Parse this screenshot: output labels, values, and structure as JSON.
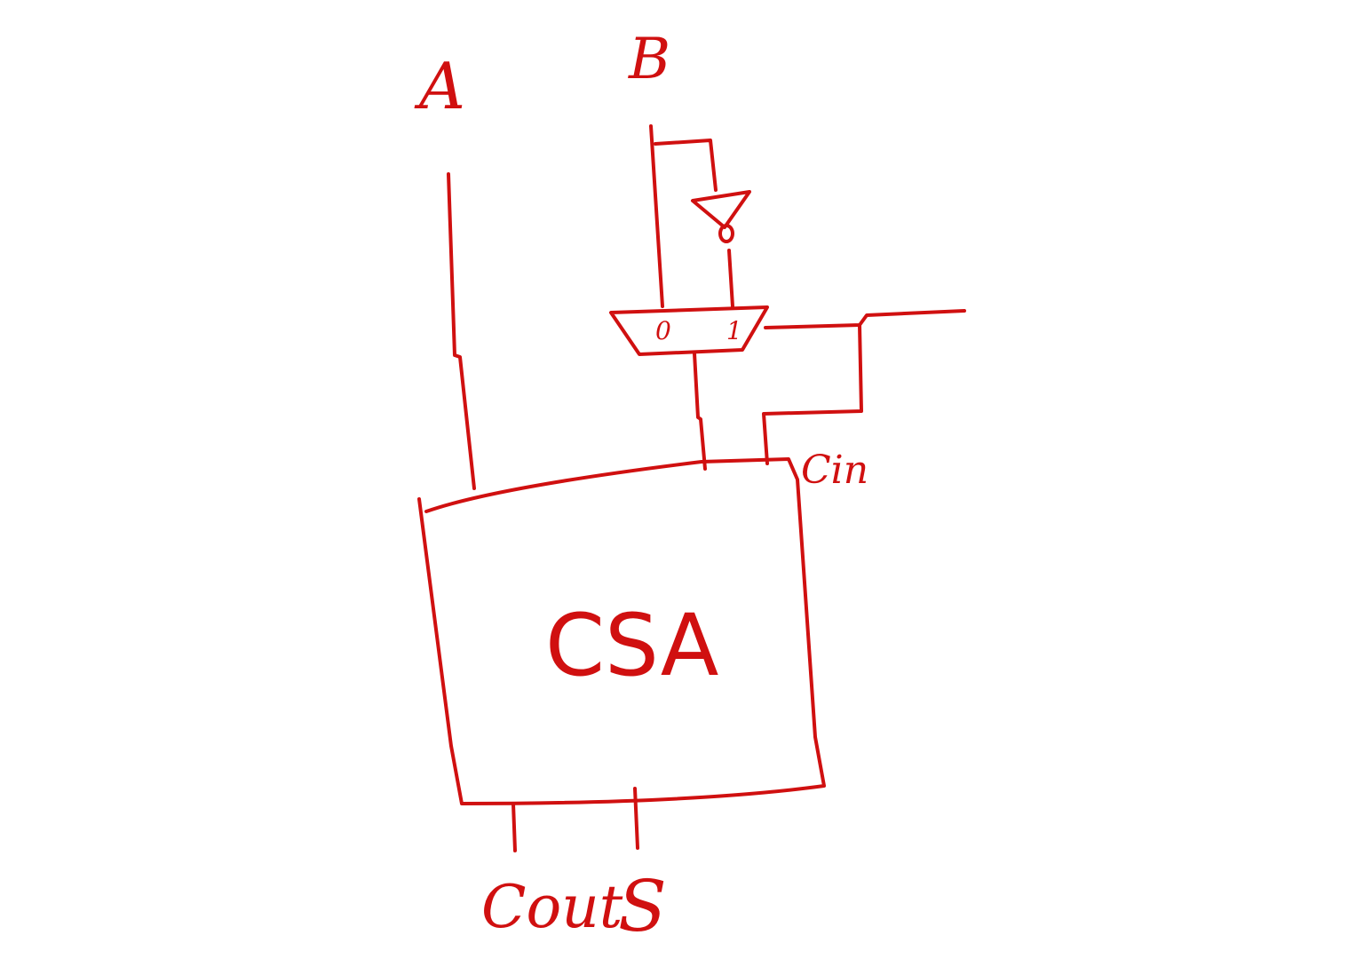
{
  "diagram": {
    "ink_color": "#d01010",
    "background": "#ffffff",
    "labels": {
      "input_a": "A",
      "input_b": "B",
      "mux_input_0": "0",
      "mux_input_1": "1",
      "carry_in": "Cin",
      "block": "CSA",
      "carry_out": "Cout",
      "sum": "S"
    }
  }
}
